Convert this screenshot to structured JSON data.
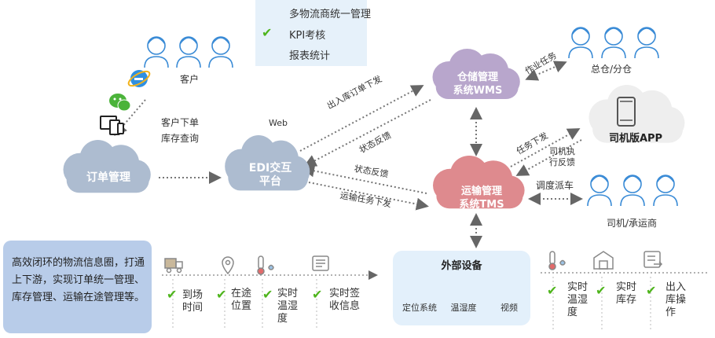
{
  "kpi_box": {
    "items": [
      "多物流商统一管理",
      "KPI考核",
      "报表统计"
    ]
  },
  "clouds": {
    "order": "订单管理",
    "edi": "EDI交互\n平台",
    "wms": "仓储管理\n系统WMS",
    "tms": "运输管理\n系统TMS",
    "app": "司机版APP"
  },
  "labels": {
    "customer": "客户",
    "customer_order": "客户下单\n库存查询",
    "web": "Web",
    "edi_to_wms": "出入库订单下发",
    "wms_status": "状态反馈",
    "wms_to_warehouse": "作业任务",
    "warehouse": "总仓/分仓",
    "edi_tms_status": "状态反馈",
    "edi_to_tms": "运输任务下发",
    "tms_task": "任务下发",
    "driver_feedback": "司机执\n行反馈",
    "dispatch": "调度派车",
    "driver": "司机/承运商"
  },
  "summary": "高效闭环的物流信息圈，打通上下游，实现订单统一管理、库存管理、运输在途管理等。",
  "devices": {
    "title": "外部设备",
    "items": [
      "定位系统",
      "温湿度",
      "视频"
    ]
  },
  "timeline_left": [
    "到场\n时间",
    "在途\n位置",
    "实时\n温湿\n度",
    "实时签\n收信息"
  ],
  "timeline_right": [
    "实时\n温湿\n度",
    "实时\n库存",
    "出入\n库操\n作"
  ],
  "colors": {
    "gray_cloud": "#adbcd0",
    "purple_cloud": "#b8a6cc",
    "red_cloud": "#de8a8e",
    "check": "#4fb51d",
    "summary_bg": "#b8cce9"
  }
}
